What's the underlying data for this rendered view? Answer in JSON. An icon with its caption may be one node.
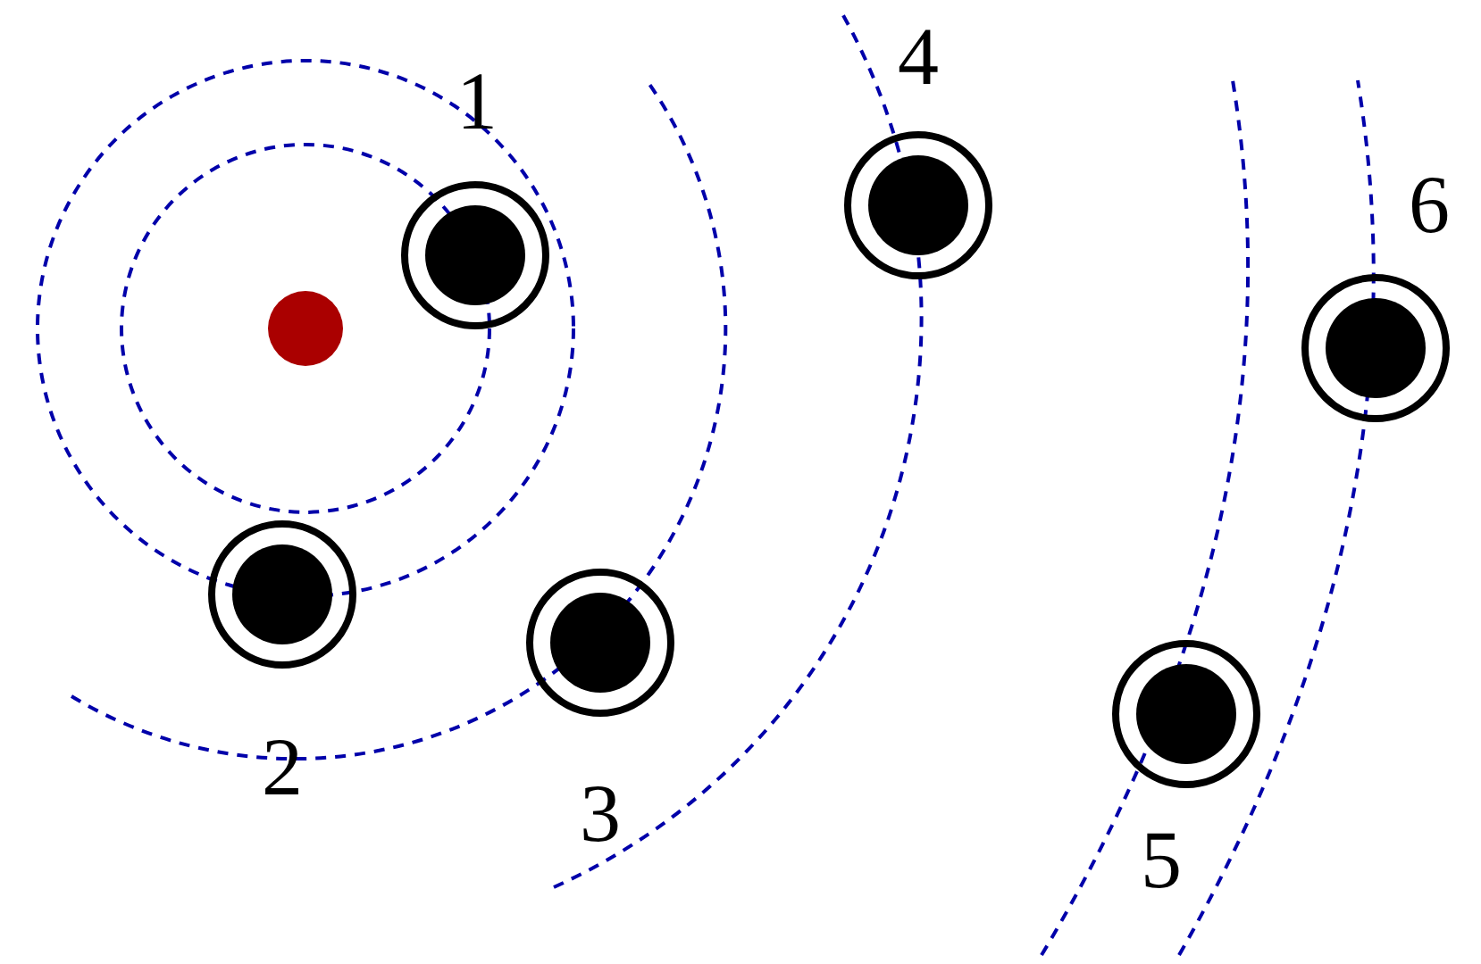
{
  "diagram": {
    "nodes": [
      {
        "text": [],
        "shape": "circle"
      },
      {
        "text": [],
        "shape": "circle",
        "beside": [
          "1"
        ]
      },
      {
        "text": [],
        "shape": "circle",
        "beside": [
          "2"
        ]
      },
      {
        "text": [],
        "shape": "circle",
        "beside": [
          "3"
        ]
      },
      {
        "text": [],
        "shape": "circle",
        "beside": [
          "4"
        ]
      },
      {
        "text": [],
        "shape": "circle",
        "beside": [
          "5"
        ]
      },
      {
        "text": [],
        "shape": "circle",
        "beside": [
          "6"
        ]
      }
    ]
  }
}
